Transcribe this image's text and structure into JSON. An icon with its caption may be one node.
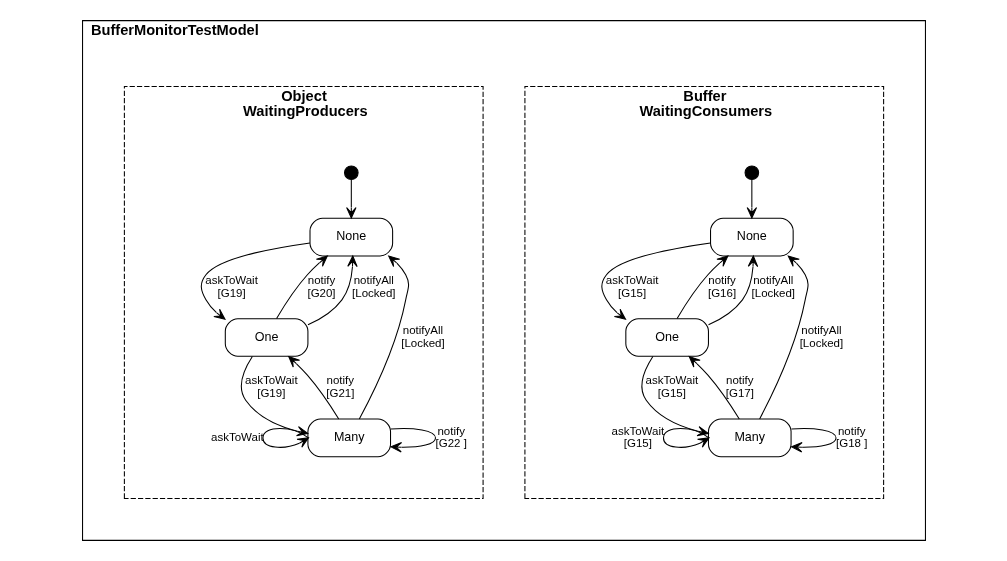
{
  "diagram": {
    "nodes": [
      {
        "text": [
          "BufferMonitorTestModel"
        ]
      },
      {
        "text": [
          "Object",
          "WaitingProducers"
        ],
        "in": 0
      },
      {
        "text": [],
        "shape": "circle",
        "in": 1
      },
      {
        "text": [
          "None"
        ],
        "in": 1
      },
      {
        "text": [
          "One"
        ],
        "in": 1
      },
      {
        "text": [
          "Many"
        ],
        "in": 1
      },
      {
        "text": [
          "Buffer",
          "WaitingConsumers"
        ],
        "in": 0
      },
      {
        "text": [],
        "shape": "circle",
        "in": 6
      },
      {
        "text": [
          "None"
        ],
        "in": 6
      },
      {
        "text": [
          "One"
        ],
        "in": 6
      },
      {
        "text": [
          "Many"
        ],
        "in": 6
      }
    ],
    "edges": [
      {
        "from": 2,
        "to": 3,
        "arrow": "to"
      },
      {
        "from": 3,
        "to": 4,
        "arrow": "to",
        "label": "askToWait [G19]"
      },
      {
        "from": 4,
        "to": 3,
        "arrow": "to",
        "label": "notify [G20]"
      },
      {
        "from": 4,
        "to": 3,
        "arrow": "to",
        "label": "notifyAll [Locked]"
      },
      {
        "from": 5,
        "to": 3,
        "arrow": "to",
        "label": "notifyAll [Locked]"
      },
      {
        "from": 5,
        "to": 4,
        "arrow": "to",
        "label": "notify [G21]"
      },
      {
        "from": 4,
        "to": 5,
        "arrow": "to",
        "label": "askToWait [G19]"
      },
      {
        "from": 5,
        "to": 5,
        "arrow": "to",
        "label": "askToWait"
      },
      {
        "from": 5,
        "to": 5,
        "arrow": "to",
        "label": "notify [G22 ]"
      },
      {
        "from": 7,
        "to": 8,
        "arrow": "to"
      },
      {
        "from": 8,
        "to": 9,
        "arrow": "to",
        "label": "askToWait [G15]"
      },
      {
        "from": 9,
        "to": 8,
        "arrow": "to",
        "label": "notify [G16]"
      },
      {
        "from": 9,
        "to": 8,
        "arrow": "to",
        "label": "notifyAll [Locked]"
      },
      {
        "from": 10,
        "to": 8,
        "arrow": "to",
        "label": "notifyAll [Locked]"
      },
      {
        "from": 10,
        "to": 9,
        "arrow": "to",
        "label": "notify [G17]"
      },
      {
        "from": 9,
        "to": 10,
        "arrow": "to",
        "label": "askToWait [G15]"
      },
      {
        "from": 10,
        "to": 10,
        "arrow": "to",
        "label": "askToWait [G15]"
      },
      {
        "from": 10,
        "to": 10,
        "arrow": "to",
        "label": "notify [G18 ]"
      }
    ]
  }
}
